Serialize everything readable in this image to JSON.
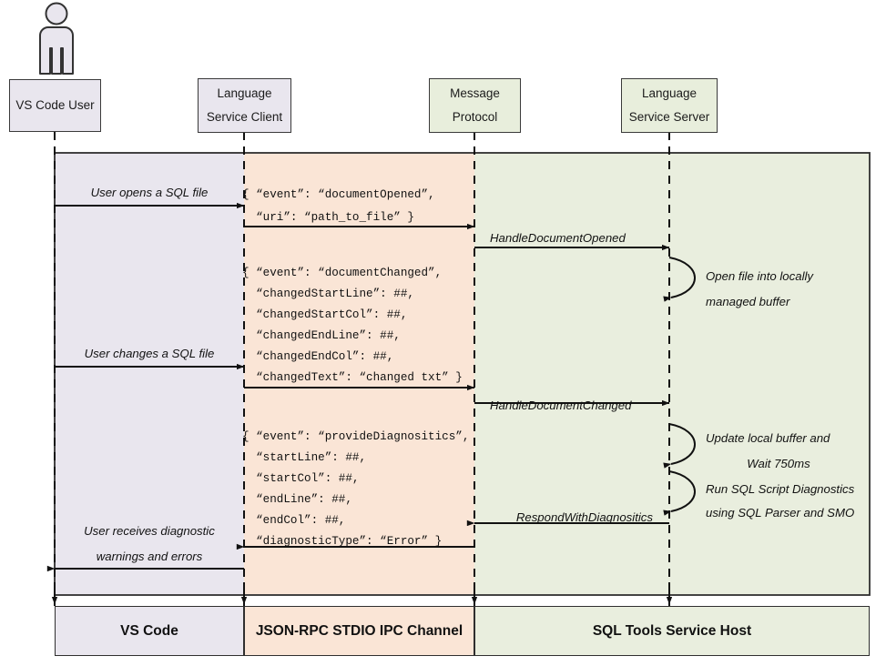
{
  "diagram": {
    "title": "SQL Tools Service language service sequence diagram",
    "colors": {
      "lane_vscode": "#e9e6ee",
      "lane_ipc": "#fae5d6",
      "lane_host": "#e9eede",
      "header_vscode": "#e9e6ee",
      "header_green": "#e8eedc",
      "stroke": "#333333",
      "text": "#111111"
    }
  },
  "actor": {
    "name": "vs-code-user-actor",
    "icon": "person-icon"
  },
  "participants": [
    {
      "id": "vscode-user",
      "lines": [
        "VS Code User"
      ]
    },
    {
      "id": "language-client",
      "lines": [
        "Language",
        "Service Client"
      ]
    },
    {
      "id": "message-protocol",
      "lines": [
        "Message",
        "Protocol"
      ]
    },
    {
      "id": "language-server",
      "lines": [
        "Language",
        "Service Server"
      ]
    }
  ],
  "messages": [
    {
      "id": "user-opens-file",
      "text": "User opens a SQL file"
    },
    {
      "id": "user-changes-file",
      "text": "User changes a SQL file"
    },
    {
      "id": "user-receives-line1",
      "text": "User receives diagnostic"
    },
    {
      "id": "user-receives-line2",
      "text": "warnings and errors"
    },
    {
      "id": "handle-document-opened",
      "text": "HandleDocumentOpened"
    },
    {
      "id": "handle-document-changed",
      "text": "HandleDocumentChanged"
    },
    {
      "id": "respond-with-diagnositics",
      "text": "RespondWithDiagnositics"
    }
  ],
  "self_notes": [
    {
      "id": "open-file-note",
      "lines": [
        "Open file into locally",
        "managed buffer"
      ]
    },
    {
      "id": "update-buffer-note",
      "lines": [
        "Update local buffer and",
        "Wait 750ms"
      ]
    },
    {
      "id": "run-diagnostics-note",
      "lines": [
        "Run SQL Script Diagnostics",
        "using SQL Parser and SMO"
      ]
    }
  ],
  "payloads": [
    {
      "id": "document-opened-payload",
      "lines": [
        "{ “event”: “documentOpened”,",
        "  “uri”: “path_to_file” }"
      ]
    },
    {
      "id": "document-changed-payload",
      "lines": [
        "{ “event”: “documentChanged”,",
        "  “changedStartLine”: ##,",
        "  “changedStartCol”: ##,",
        "  “changedEndLine”: ##,",
        "  “changedEndCol”: ##,",
        "  “changedText”: “changed txt” }"
      ]
    },
    {
      "id": "provide-diagnositics-payload",
      "lines": [
        "{ “event”: “provideDiagnositics”,",
        "  “startLine”: ##,",
        "  “startCol”: ##,",
        "  “endLine”: ##,",
        "  “endCol”: ##,",
        "  “diagnosticType”: “Error” }"
      ]
    }
  ],
  "footer": [
    {
      "id": "footer-vscode",
      "label": "VS Code"
    },
    {
      "id": "footer-ipc",
      "label": "JSON-RPC STDIO IPC Channel"
    },
    {
      "id": "footer-host",
      "label": "SQL Tools Service Host"
    }
  ]
}
